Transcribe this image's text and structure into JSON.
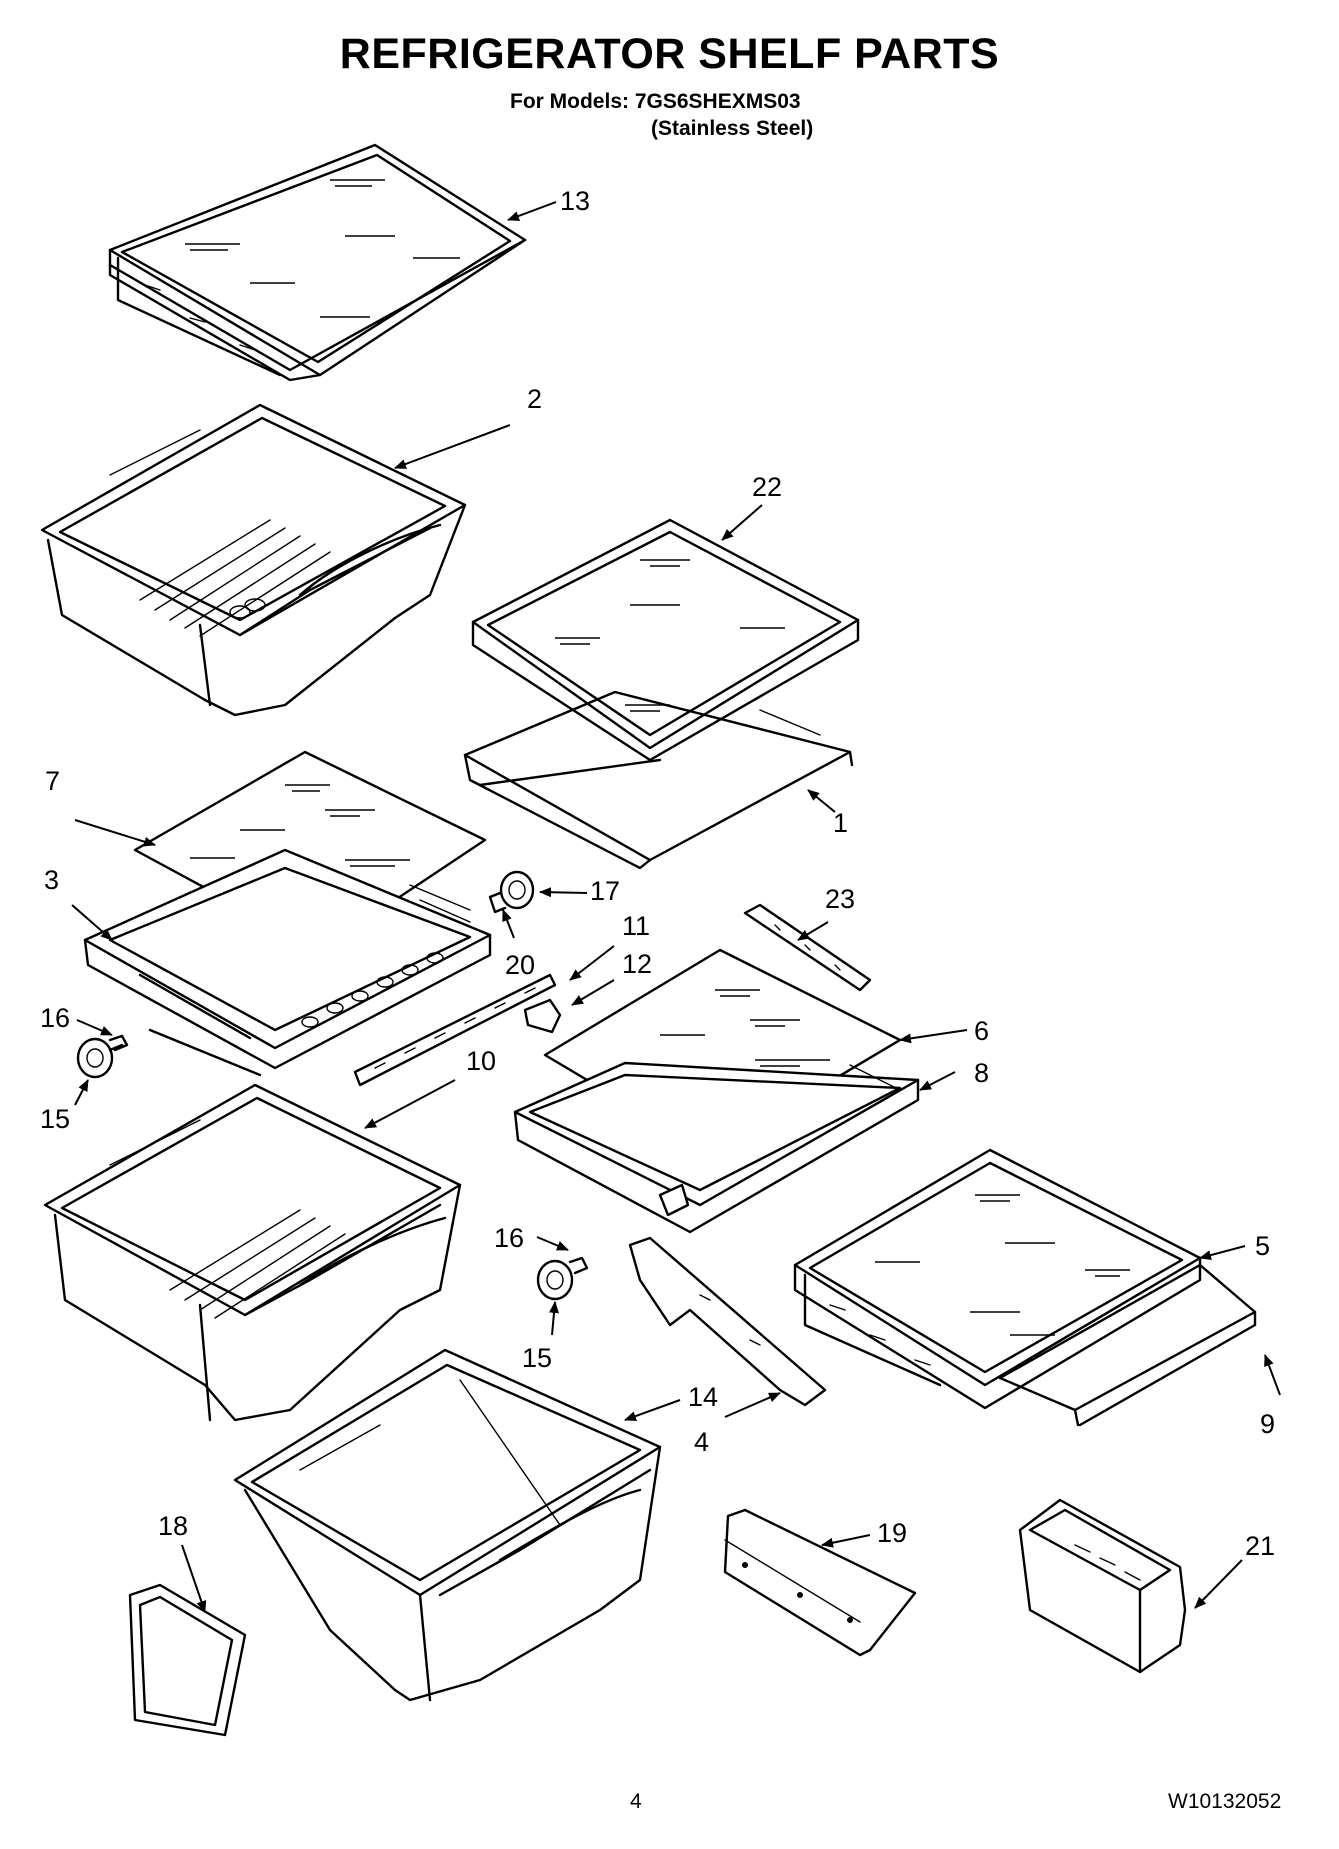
{
  "title": "REFRIGERATOR SHELF PARTS",
  "models_line": "For Models: 7GS6SHEXMS03",
  "finish_line": "(Stainless Steel)",
  "page_number": "4",
  "document_number": "W10132052",
  "callouts": [
    "13",
    "2",
    "22",
    "1",
    "7",
    "17",
    "3",
    "20",
    "11",
    "12",
    "23",
    "16",
    "15",
    "10",
    "6",
    "8",
    "16",
    "5",
    "15",
    "14",
    "4",
    "9",
    "18",
    "19",
    "21"
  ]
}
